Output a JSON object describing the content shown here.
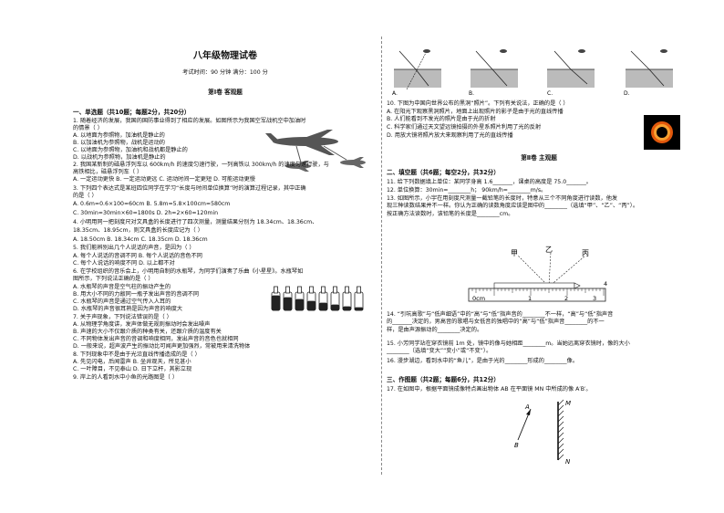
{
  "header": {
    "title": "八年级物理试卷",
    "exam_info": "考试时间：90 分钟  满分：100 分",
    "part1": "第Ⅰ卷 客观题"
  },
  "left": {
    "lines": [
      "一、单选题（共10题；每题2分，共20分）",
      "1. 随着经济的发展，我国的国防事业得到了相应的发展。如图所示为我国空军战机空中加油时",
      "的情景（     ）",
      "A.   以地面为参照物，加油机是静止的",
      "B.   以加油机为参照物，战机是运动的",
      "C.   以地面为参照物，加油机和战机都是静止的",
      "D.   以战机为参照物，加油机是静止的",
      "2. 我国某新制的磁悬浮列车以 600km/h 的速度匀速行驶，一列高铁以 300km/h 的速度匀速行驶，与",
      "高铁相比，磁悬浮列车（     ）",
      "A.     一定运动更快      B.     一定运动更远      C.     运动时间一定更短      D.     可能运动更慢",
      "3. 下列四个表达式是某班四位同学在学习“长度与时间单位换算”时的演算过程记录，其中正确",
      "的是（     ）",
      "A.   0.6m=0.6×100=60cm                B.   5.8m=5.8×100cm=580cm",
      "C.   30min=30min×60=1800s              D.   2h=2×60=120min",
      "4. 小明用同一把刻度尺对文具盒的长度进行了四次测量，测量结果分别为 18.34cm、18.36cm、",
      "18.35cm、18.95cm，则文具盒的长度应记为（     ）",
      "A.   18.50cm                B.   18.34cm                C.   18.35cm                D.   18.36cm",
      "5. 我们能辨别出几个人说话的声音，是因为（     ）",
      "A.     每个人说话的音调不同                B.     每个人说话的音色不同",
      "C.     每个人说话的响度不同                D.     以上都不对",
      "6. 在学校组织的音乐会上，小明用自制的水瓶琴，为同学们演奏了乐曲《小星星》。水瓶琴如",
      "图所示，下列说法正确的是（     ）",
      "A.   水瓶琴的声音是空气柱的振动产生的",
      "B.   用大小不同的力敲同一瓶子发出声音的音调不同",
      "C.   水瓶琴的声音是通过空气传入人耳的",
      "D.   水瓶琴的声音很耳熟是因为声音的响度大",
      "7. 关于声现象，下列说法错误的是（     ）",
      "A.   从物理学角度讲，发声体做无规则振动时会发出噪声",
      "B.   声速的大小不仅跟介质的种类有关，还跟介质的温度有关",
      "C.   不同物体发出声音的音调和响度相同，发出声音的音色也就相同",
      "D.   一般来说，超声波产生的振动比可闻声更加强烈，常被用来清洗物体",
      "8. 下列现象中不是由于光沿直线传播造成的是（     ）",
      "A.   先见闪电，后闻雷声                    B.   坐井观天，所见甚小",
      "C.   一叶障目，不见泰山                    D.   日下立杆，其影立现",
      "9. 岸上的人看到水中小鱼的光路图是（     ）"
    ]
  },
  "right": {
    "lines": [
      "10. 下图为中国向世界公布的黑洞“照片”。下列有关说法，正确的是（     ）",
      "A.   在阳光下观察黑洞照片，地面上出现照片的影子是由于光的直线传播",
      "B.   人们能看到不发光的照片是由于光的折射",
      "C.   科学家们通过天文望远镜拍摄的外星系照片利用了光的反射",
      "D.   用放大镜将照片放大来观察利用了光的直线传播",
      "第Ⅱ卷 主观题",
      "二、填空题（共6题；每空2分，共32分）",
      "11. 给下列数据填上单位：某同学身高 1.6_______，课桌的高度是 75.0_______。",
      "12. 单位换算：30min=________h；    90km/h=________m/s。",
      "13. 如图所示，小宇在用刻度尺测量一截铅笔的长度时，特意从三个不同角度进行读数，他发",
      "现三种读数结果并不一样。你认为正确的读数角度应该是图中的________（选填“甲”、“乙”、“丙”）。",
      "按正确方法读数时，该铅笔的长度是________cm。",
      "14. “引吭高歌”与“低声细语”中的“高”与“低”指声音的________不一样，“高”与“低”指声音",
      "的_______决定的，男高音的歌唱与女低音的独唱中的“高”与“低”指声音________的不一",
      "样，是由声源振动的________决定的。",
      "15. 小芳同学站在穿衣镜前 1m 处，镜中的像与她相距________m。当她远离穿衣镜时，像的大小",
      "________（选填“变大”“变小”或“不变”）。",
      "16. 漫步湖边，看到水中的“鱼儿”，是由于光的________形成的________像。",
      "三、作图题（共2题；每题6分，共12分）",
      "17. 在如图中，根据平面镜成像特点画出物体 AB 在平面镜 MN 中所成的像 A′B′。"
    ],
    "fig9_labels": [
      "A.",
      "B.",
      "C.",
      "D."
    ],
    "fig13_labels": [
      "甲",
      "乙",
      "丙"
    ],
    "ruler_labels": [
      "0cm",
      "1",
      "2",
      "3",
      "4"
    ],
    "fig17_labels": [
      "M",
      "N",
      "A",
      "B"
    ]
  }
}
